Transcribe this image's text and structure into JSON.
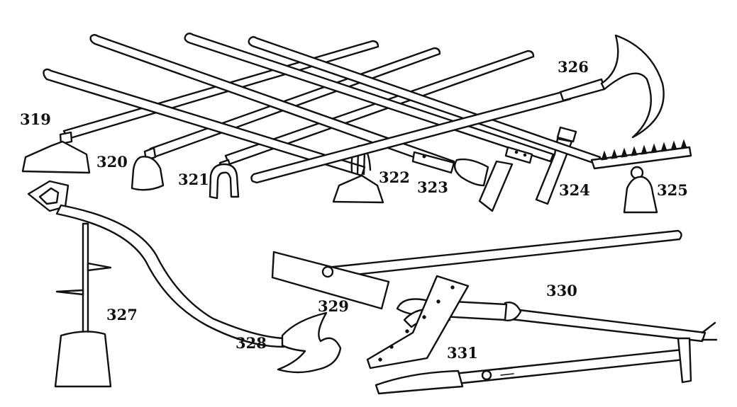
{
  "figure": {
    "labels": [
      {
        "id": "319",
        "text": "319"
      },
      {
        "id": "320",
        "text": "320"
      },
      {
        "id": "321",
        "text": "321"
      },
      {
        "id": "322",
        "text": "322"
      },
      {
        "id": "323",
        "text": "323"
      },
      {
        "id": "324",
        "text": "324"
      },
      {
        "id": "325",
        "text": "325"
      },
      {
        "id": "326",
        "text": "326"
      },
      {
        "id": "327",
        "text": "327"
      },
      {
        "id": "328",
        "text": "328"
      },
      {
        "id": "329",
        "text": "329"
      },
      {
        "id": "330",
        "text": "330"
      },
      {
        "id": "331",
        "text": "331"
      }
    ],
    "ink_color": "#111111",
    "background_color": "#ffffff"
  }
}
